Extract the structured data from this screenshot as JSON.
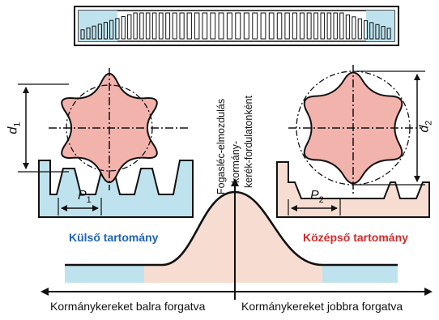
{
  "labels": {
    "region_left": "Külső tartomány",
    "region_right": "Középső tartomány",
    "bottom_left": "Kormánykereket balra forgatva",
    "bottom_right": "Kormánykereket jobbra forgatva",
    "vertical_line1": "Fogasléc-elmozdulás",
    "vertical_line2": "kormány-",
    "vertical_line3": "kerék-fordulatonként",
    "symbol_d1": "d",
    "symbol_d1_sub": "1",
    "symbol_d2": "d",
    "symbol_d2_sub": "2",
    "symbol_p1": "P",
    "symbol_p1_sub": "1",
    "symbol_p2": "P",
    "symbol_p2_sub": "2"
  },
  "colors": {
    "gear_fill": "#f3b3ad",
    "curve_fill": "#f7dcd1",
    "blue_fill": "#bfe3ee",
    "line": "#111111",
    "blue_text": "#1f63b6",
    "red_text": "#d22a2a"
  }
}
